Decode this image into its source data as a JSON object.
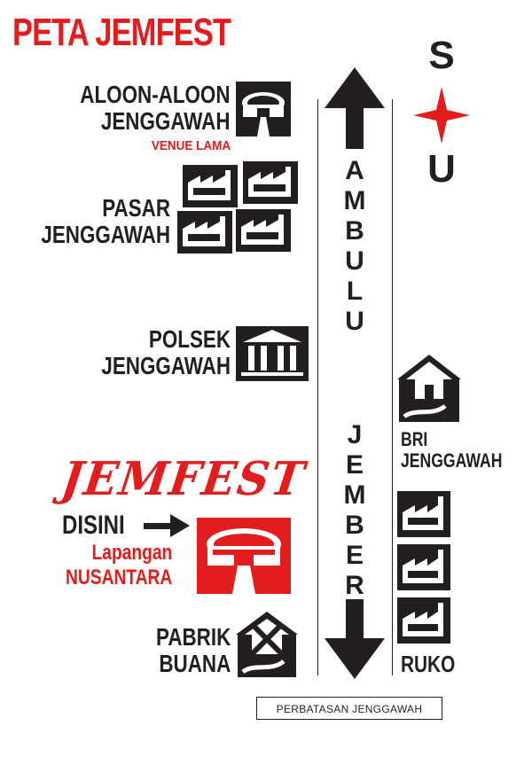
{
  "title": "PETA JEMFEST",
  "road": {
    "north": "AMBULU",
    "south": "JEMBER"
  },
  "compass": {
    "north": "S",
    "south": "U"
  },
  "places": {
    "aloon": {
      "line1": "ALOON-ALOON",
      "line2": "JENGGAWAH",
      "note": "VENUE LAMA"
    },
    "pasar": {
      "line1": "PASAR",
      "line2": "JENGGAWAH"
    },
    "polsek": {
      "line1": "POLSEK",
      "line2": "JENGGAWAH"
    },
    "bri": {
      "line1": "BRI",
      "line2": "JENGGAWAH"
    },
    "pabrik": {
      "line1": "PABRIK",
      "line2": "BUANA"
    },
    "ruko": {
      "label": "RUKO"
    }
  },
  "venue": {
    "logo": "JEMFEST",
    "here": "DISINI",
    "name1": "Lapangan",
    "name2": "NUSANTARA"
  },
  "boundary": "PERBATASAN JENGGAWAH",
  "colors": {
    "accent": "#e31d1d",
    "ink": "#231f20"
  },
  "icons": [
    "stadium-icon",
    "factory-icon",
    "police-station-icon",
    "house-road-icon",
    "closed-house-icon",
    "compass-star-icon",
    "arrow-up-icon",
    "arrow-down-icon",
    "arrow-right-icon"
  ]
}
